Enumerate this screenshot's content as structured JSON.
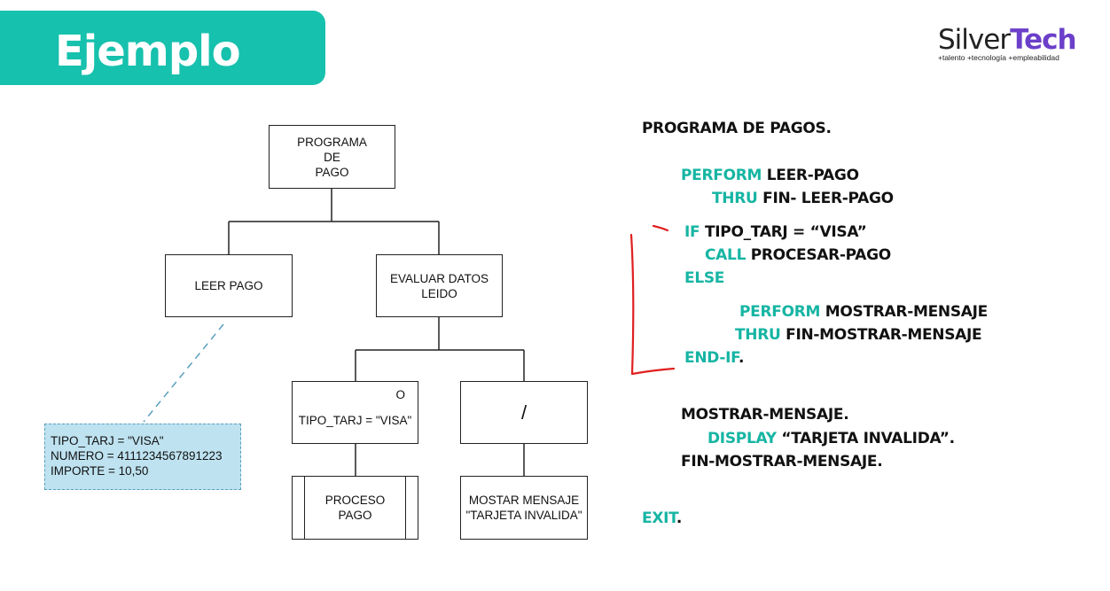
{
  "header": {
    "title": "Ejemplo"
  },
  "logo": {
    "part1": "Silver",
    "part2": "Tech",
    "tagline": "+talento +tecnología +empleabilidad"
  },
  "diagram": {
    "root": "PROGRAMA\nDE\nPAGO",
    "leer_pago": "LEER PAGO",
    "evaluar": "EVALUAR DATOS\nLEIDO",
    "tipo_tarj_corner": "O",
    "tipo_tarj": "TIPO_TARJ = \"VISA\"",
    "else_box": "/",
    "proceso": "PROCESO\nPAGO",
    "mostrar": "MOSTAR MENSAJE\n\"TARJETA INVALIDA\"",
    "note_lines": [
      "TIPO_TARJ = \"VISA\"",
      "NUMERO = 4111234567891223",
      "IMPORTE = 10,50"
    ]
  },
  "code": {
    "l1": "PROGRAMA DE PAGOS.",
    "perform1_kw": "PERFORM",
    "perform1_txt": " LEER-PAGO",
    "thru1_kw": "THRU",
    "thru1_txt": " FIN- LEER-PAGO",
    "if_kw": "IF",
    "if_txt": " TIPO_TARJ = “VISA”",
    "call_kw": "CALL",
    "call_txt": " PROCESAR-PAGO",
    "else_kw": "ELSE",
    "perform2_kw": "PERFORM",
    "perform2_txt": " MOSTRAR-MENSAJE",
    "thru2_kw": "THRU",
    "thru2_txt": " FIN-MOSTRAR-MENSAJE",
    "endif_kw": "END-IF",
    "endif_txt": ".",
    "mostrar": "MOSTRAR-MENSAJE.",
    "display_kw": "DISPLAY",
    "display_txt": " “TARJETA INVALIDA”.",
    "fin": "FIN-MOSTRAR-MENSAJE.",
    "exit_kw": "EXIT",
    "exit_txt": "."
  },
  "colors": {
    "teal": "#16c1ad",
    "keyword": "#16b5a3",
    "brand_purple": "#6b3fc9",
    "note_fill": "#bee2f0",
    "annotation_red": "#e02020"
  }
}
